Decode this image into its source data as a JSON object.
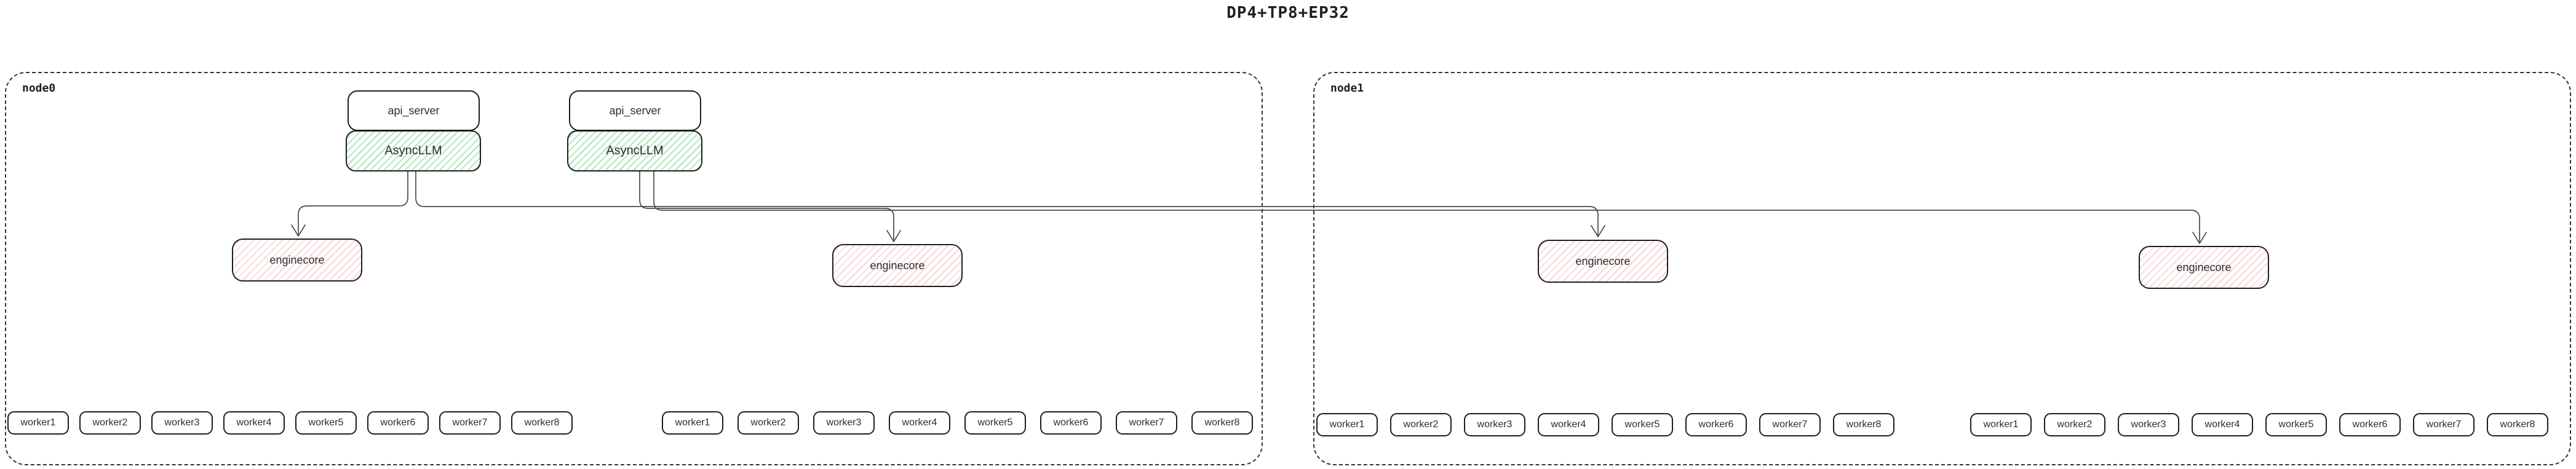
{
  "title": "DP4+TP8+EP32",
  "colors": {
    "background": "#ffffff",
    "border": "#1e1e1e",
    "node_border": "#343434",
    "green_hatch": "#6edc82",
    "pink_hatch": "#ff9696",
    "wire": "#4a4a4a"
  },
  "nodes": [
    {
      "label": "node0",
      "api_servers": [
        {
          "label": "api_server",
          "asyncllm_label": "AsyncLLM"
        },
        {
          "label": "api_server",
          "asyncllm_label": "AsyncLLM"
        }
      ],
      "enginecores": [
        {
          "label": "enginecore"
        },
        {
          "label": "enginecore"
        }
      ],
      "worker_groups": [
        {
          "workers": [
            "worker1",
            "worker2",
            "worker3",
            "worker4",
            "worker5",
            "worker6",
            "worker7",
            "worker8"
          ]
        },
        {
          "workers": [
            "worker1",
            "worker2",
            "worker3",
            "worker4",
            "worker5",
            "worker6",
            "worker7",
            "worker8"
          ]
        }
      ]
    },
    {
      "label": "node1",
      "api_servers": [],
      "enginecores": [
        {
          "label": "enginecore"
        },
        {
          "label": "enginecore"
        }
      ],
      "worker_groups": [
        {
          "workers": [
            "worker1",
            "worker2",
            "worker3",
            "worker4",
            "worker5",
            "worker6",
            "worker7",
            "worker8"
          ]
        },
        {
          "workers": [
            "worker1",
            "worker2",
            "worker3",
            "worker4",
            "worker5",
            "worker6",
            "worker7",
            "worker8"
          ]
        }
      ]
    }
  ]
}
